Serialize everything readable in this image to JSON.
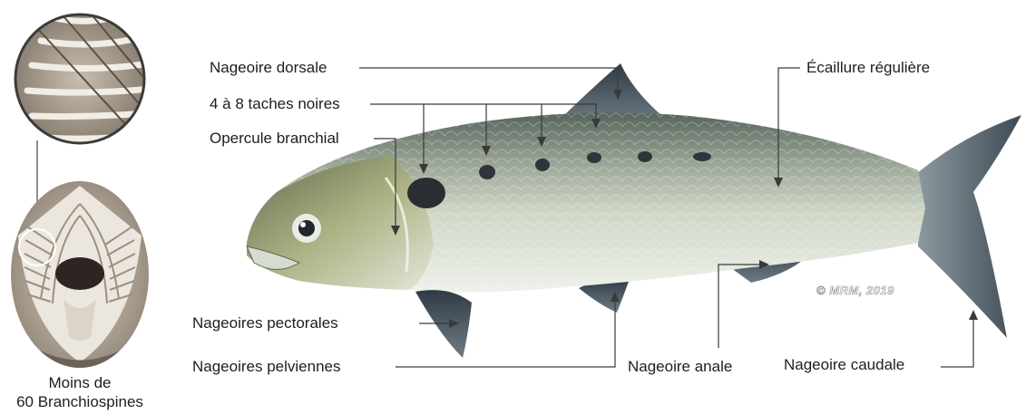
{
  "labels": {
    "dorsal": "Nageoire dorsale",
    "spots": "4 à 8 taches noires",
    "operculum": "Opercule branchial",
    "pectoral": "Nageoires pectorales",
    "pelvic": "Nageoires pelviennes",
    "anal": "Nageoire anale",
    "caudal": "Nageoire caudale",
    "scales": "Écaillure régulière"
  },
  "inset_caption": {
    "line1": "Moins de",
    "line2": "60 Branchiospines"
  },
  "copyright": "© MRM, 2019",
  "colors": {
    "leader_line": "#3a3a3a",
    "fish_back": "#4f5e55",
    "fish_belly": "#dfe6dc",
    "fish_fin": "#3c4650",
    "spot": "#2a2f33",
    "gill_bone": "#eae4da",
    "gill_dark": "#2c2521"
  }
}
